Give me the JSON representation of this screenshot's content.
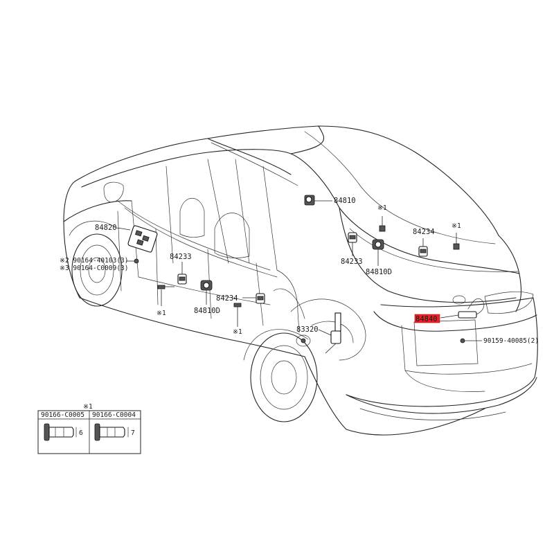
{
  "diagram": {
    "labels": {
      "p84810": "84810",
      "p84820": "84820",
      "p84233a": "84233",
      "p84233b": "84233",
      "p84234a": "84234",
      "p84234b": "84234",
      "p84810d_a": "84810D",
      "p84810d_b": "84810D",
      "p84840": "84840",
      "p83320": "83320",
      "bolt_2": "※2 90164-40103(3)",
      "bolt_3": "※3 90164-C0009(3)",
      "clip_90159": "90159-40085(2)",
      "note1_a": "※1",
      "note1_b": "※1",
      "note1_c": "※1",
      "note1_d": "※1"
    },
    "highlight_color": "#e8212a",
    "legend": {
      "title": "※1",
      "col1_header": "90166-C0005",
      "col2_header": "90166-C0004",
      "col1_dim": "6",
      "col2_dim": "7"
    }
  }
}
